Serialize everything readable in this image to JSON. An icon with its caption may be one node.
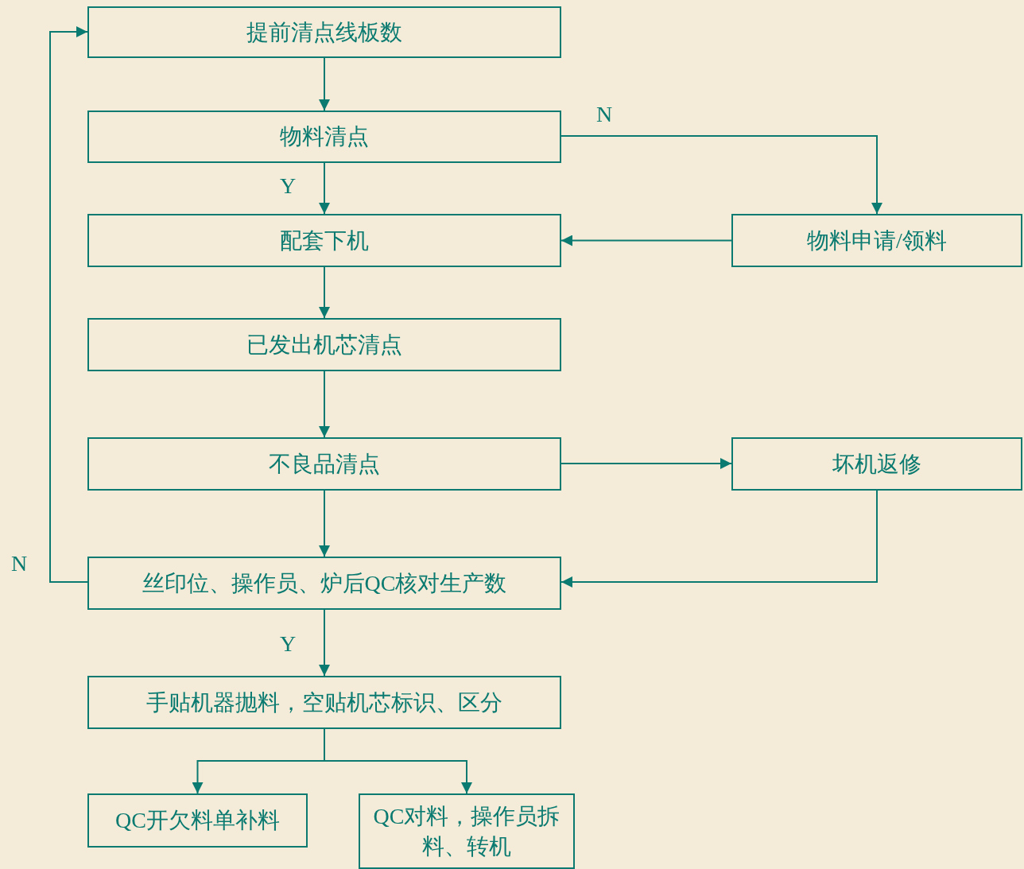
{
  "diagram": {
    "nodes": [
      {
        "text": [
          "提前清点线板数"
        ]
      },
      {
        "text": [
          "物料清点"
        ]
      },
      {
        "text": [
          "配套下机"
        ]
      },
      {
        "text": [
          "物料申请/领料"
        ]
      },
      {
        "text": [
          "已发出机芯清点"
        ]
      },
      {
        "text": [
          "不良品清点"
        ]
      },
      {
        "text": [
          "坏机返修"
        ]
      },
      {
        "text": [
          "丝印位、操作员、炉后QC核对生产数"
        ]
      },
      {
        "text": [
          "手贴机器抛料，空贴机芯标识、区分"
        ]
      },
      {
        "text": [
          "QC开欠料单补料"
        ]
      },
      {
        "text": [
          "QC对料，操作员拆料、转机"
        ]
      }
    ],
    "edges": [
      {
        "from": 0,
        "to": 1,
        "arrow": "to"
      },
      {
        "from": 1,
        "to": 2,
        "arrow": "to",
        "label": "Y"
      },
      {
        "from": 1,
        "to": 3,
        "arrow": "to",
        "label": "N"
      },
      {
        "from": 3,
        "to": 2,
        "arrow": "to"
      },
      {
        "from": 2,
        "to": 4,
        "arrow": "to"
      },
      {
        "from": 4,
        "to": 5,
        "arrow": "to"
      },
      {
        "from": 5,
        "to": 6,
        "arrow": "to"
      },
      {
        "from": 5,
        "to": 7,
        "arrow": "to"
      },
      {
        "from": 6,
        "to": 7,
        "arrow": "to"
      },
      {
        "from": 7,
        "to": 0,
        "arrow": "to",
        "label": "N"
      },
      {
        "from": 7,
        "to": 8,
        "arrow": "to",
        "label": "Y"
      },
      {
        "from": 8,
        "to": 9,
        "arrow": "to"
      },
      {
        "from": 8,
        "to": 10,
        "arrow": "to"
      }
    ]
  }
}
